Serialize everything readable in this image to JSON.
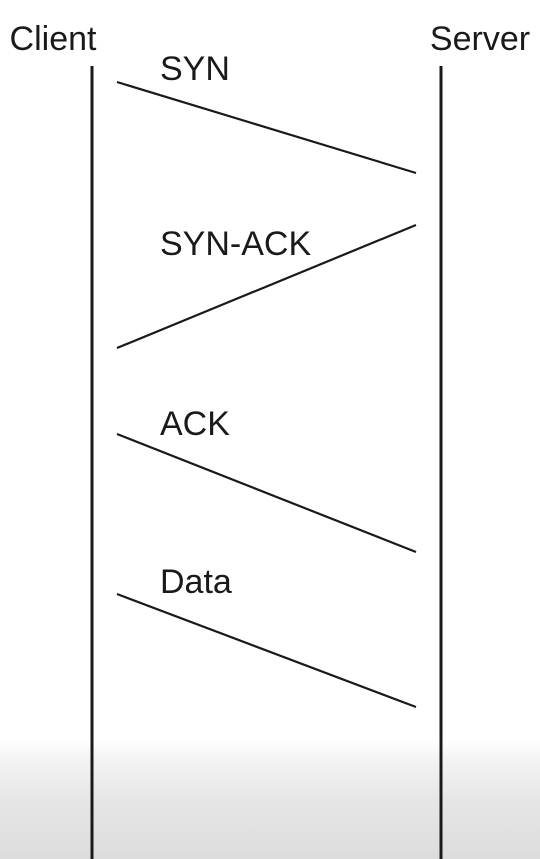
{
  "actors": {
    "client": "Client",
    "server": "Server"
  },
  "messages": [
    {
      "label": "SYN",
      "from": "client",
      "to": "server"
    },
    {
      "label": "SYN-ACK",
      "from": "server",
      "to": "client"
    },
    {
      "label": "ACK",
      "from": "client",
      "to": "server"
    },
    {
      "label": "Data",
      "from": "client",
      "to": "server"
    }
  ]
}
